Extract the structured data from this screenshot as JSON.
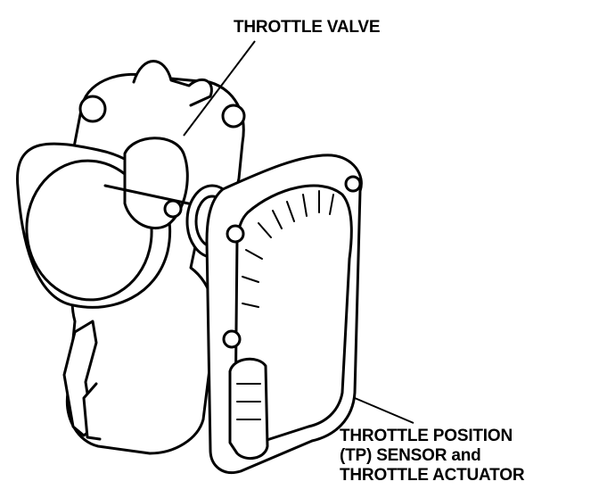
{
  "labels": {
    "throttle_valve": "THROTTLE VALVE",
    "tp_sensor_line1": "THROTTLE POSITION",
    "tp_sensor_line2": "(TP) SENSOR and",
    "tp_sensor_line3": "THROTTLE ACTUATOR"
  },
  "colors": {
    "ink": "#000000",
    "paper": "#ffffff"
  }
}
